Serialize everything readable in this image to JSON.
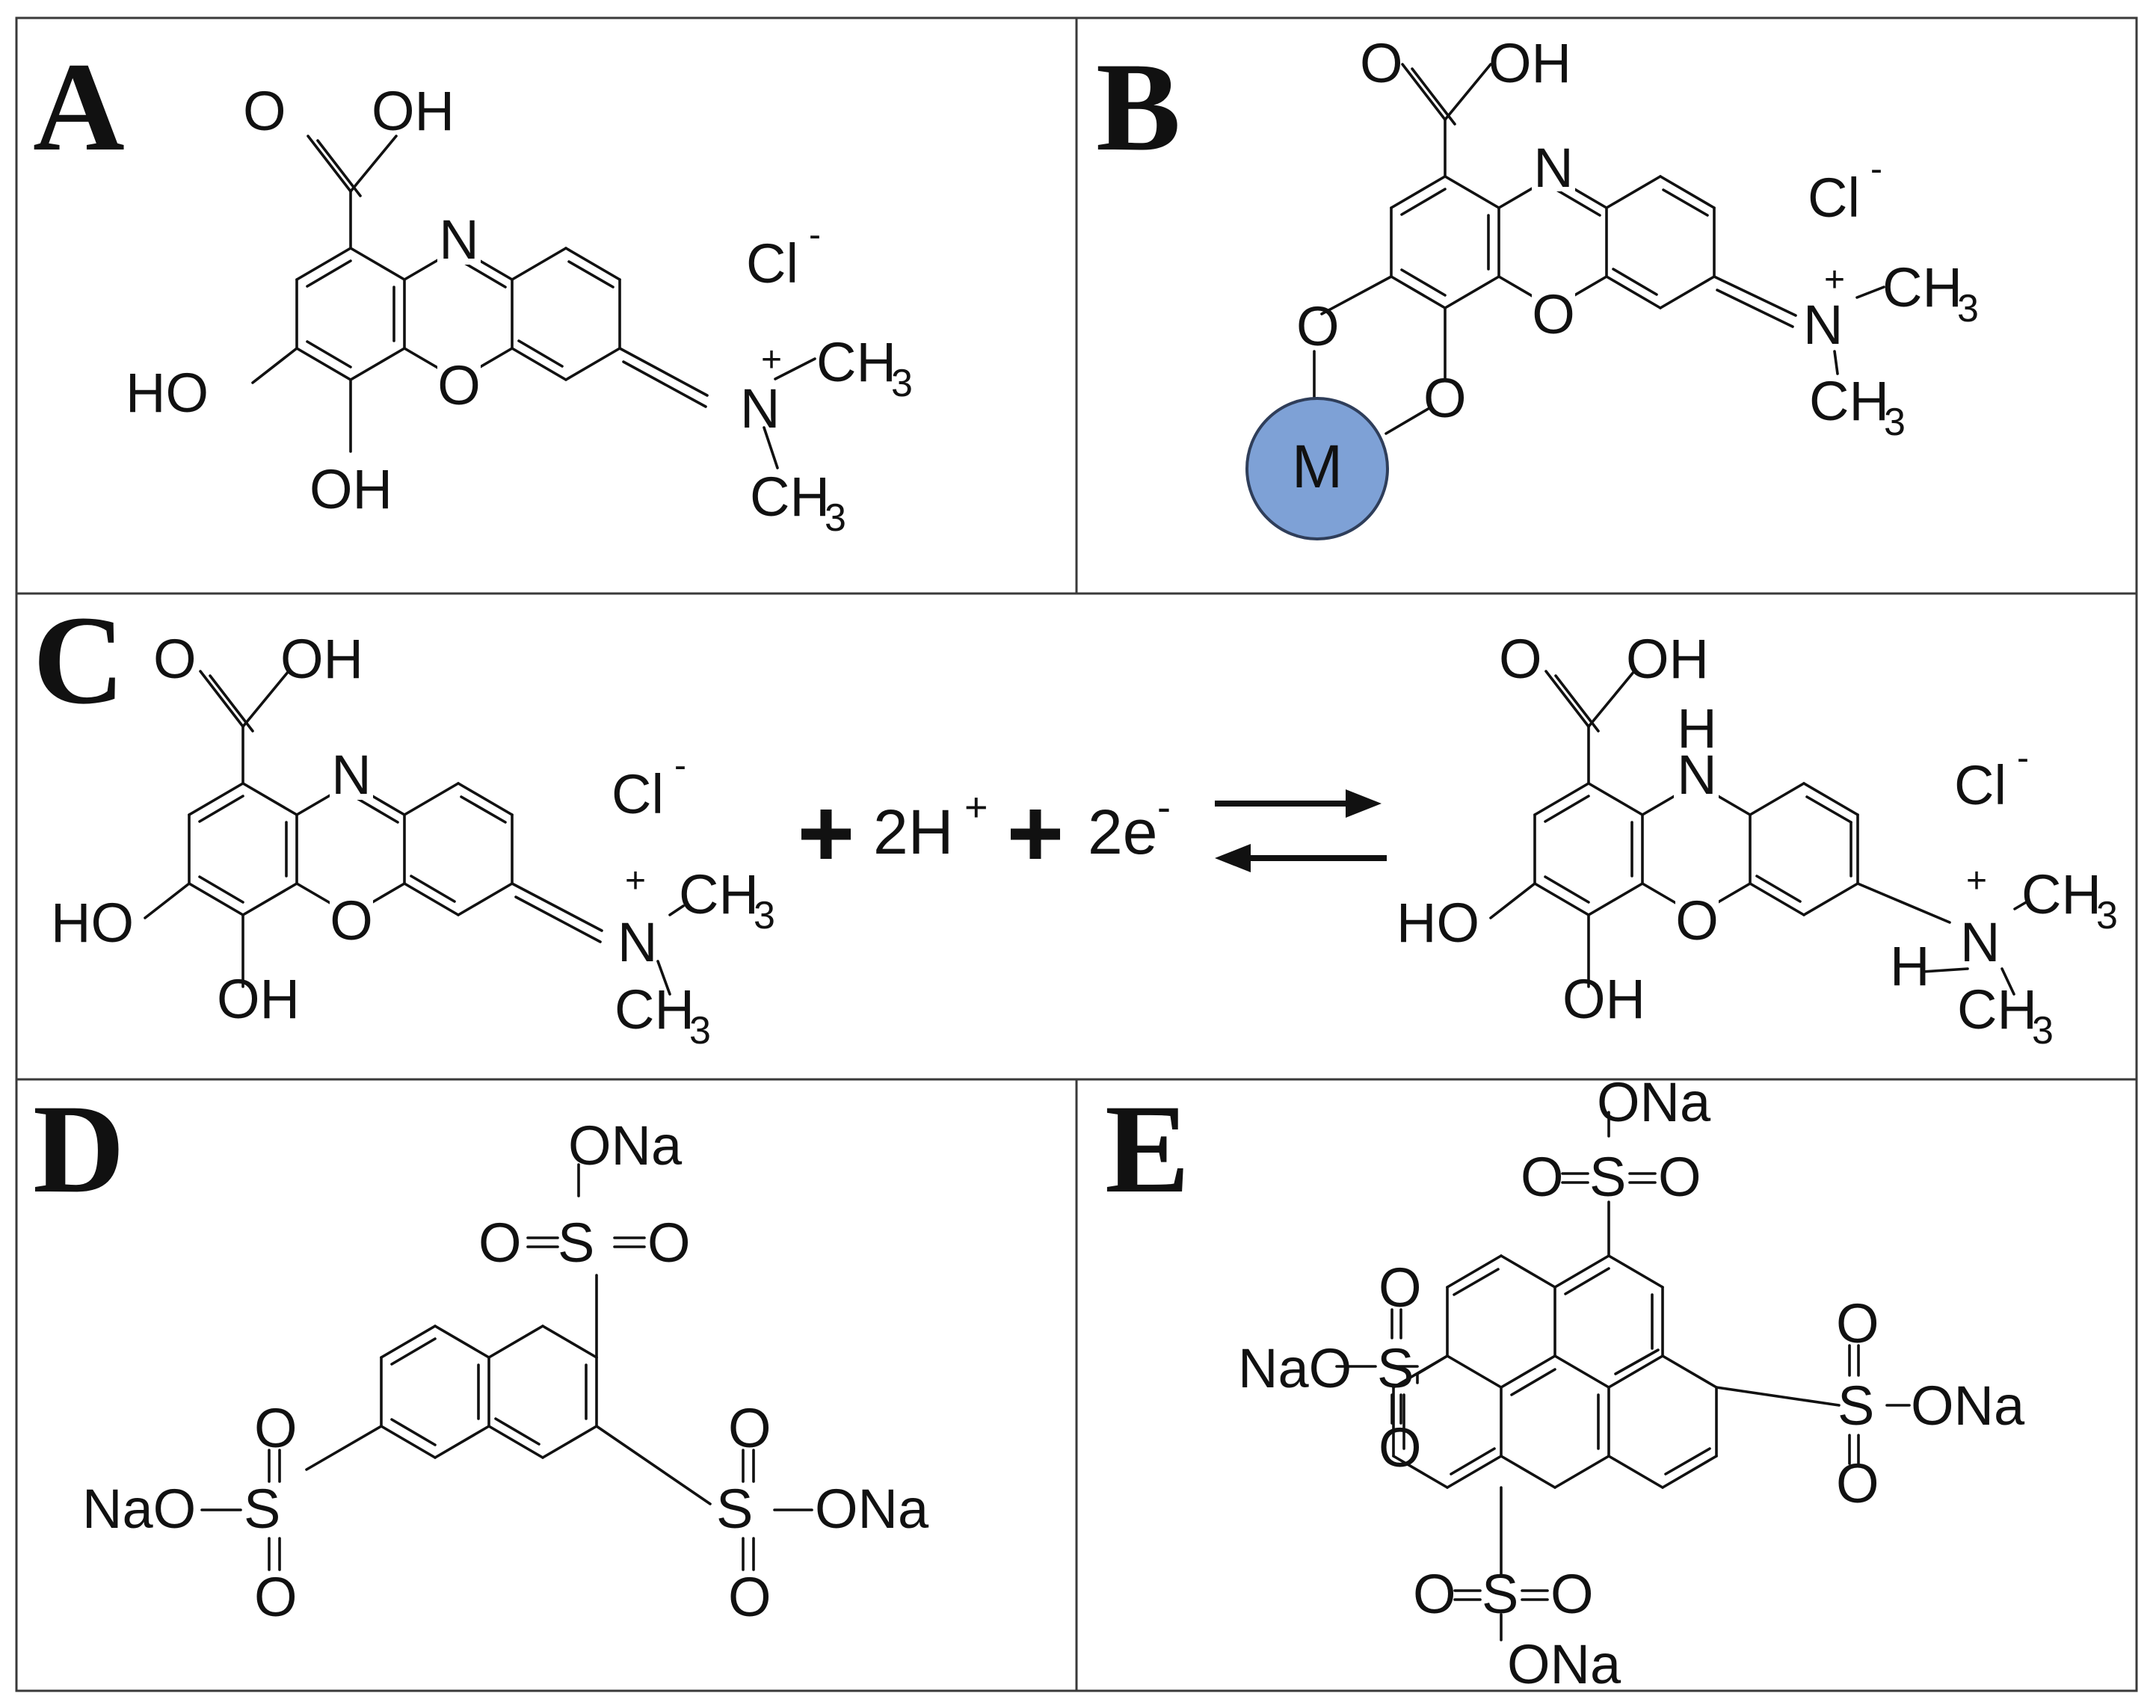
{
  "panels": {
    "a": {
      "letter": "A"
    },
    "b": {
      "letter": "B",
      "metal": "M",
      "metal_color": "#7ea1d6"
    },
    "c": {
      "letter": "C",
      "equation": {
        "protons": "2H",
        "protons_charge": "+",
        "electrons": "2e",
        "electrons_charge": "-"
      }
    },
    "d": {
      "letter": "D"
    },
    "e": {
      "letter": "E"
    }
  },
  "atoms": {
    "O": "O",
    "OH": "OH",
    "HO": "HO",
    "N": "N",
    "H": "H",
    "Cl": "Cl",
    "minus": "-",
    "plus": "+",
    "CH": "CH",
    "three": "3",
    "S": "S",
    "ONa": "ONa",
    "NaO": "NaO"
  }
}
